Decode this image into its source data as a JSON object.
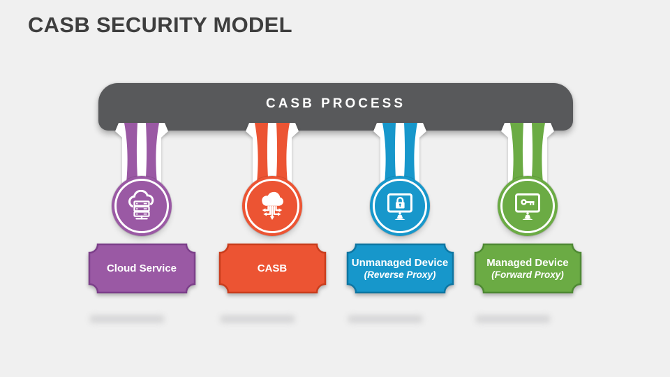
{
  "slide": {
    "title": "CASB SECURITY MODEL",
    "background_color": "#F0F0F0",
    "title_color": "#3E3E3E"
  },
  "process_bar": {
    "label": "CASB PROCESS",
    "background_color": "#58595B",
    "text_color": "#FFFFFF"
  },
  "columns": [
    {
      "label": "Cloud Service",
      "sublabel": "",
      "icon": "cloud-server-icon",
      "color": "#9A59A4",
      "color_dark": "#7C3F8A"
    },
    {
      "label": "CASB",
      "sublabel": "",
      "icon": "cloud-multidirection-arrows-icon",
      "color": "#EC5433",
      "color_dark": "#C93D1D"
    },
    {
      "label": "Unmanaged Device",
      "sublabel": "(Reverse Proxy)",
      "icon": "monitor-padlock-icon",
      "color": "#1797CB",
      "color_dark": "#0E76A2"
    },
    {
      "label": "Managed Device",
      "sublabel": "(Forward Proxy)",
      "icon": "monitor-key-icon",
      "color": "#6BAB44",
      "color_dark": "#4E8933"
    }
  ]
}
